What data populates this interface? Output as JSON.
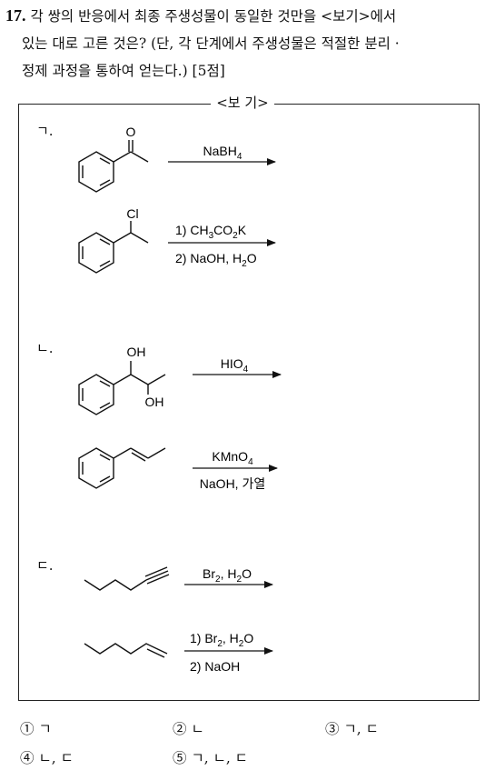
{
  "question": {
    "number": "17.",
    "line1": "각 쌍의 반응에서 최종 주생성물이 동일한 것만을 <보기>에서",
    "line2": "있는 대로 고른 것은? (단, 각 단계에서 주생성물은 적절한 분리 ·",
    "line3": "정제 과정을 통하여 얻는다.) [5점]"
  },
  "box": {
    "title": "<보 기>",
    "items": [
      {
        "marker": "ㄱ.",
        "reaction1": {
          "substituent": "O",
          "reagent": "NaBH",
          "reagent_sub": "4"
        },
        "reaction2": {
          "substituent": "Cl",
          "step1_a": "1) CH",
          "step1_b": "3",
          "step1_c": "CO",
          "step1_d": "2",
          "step1_e": "K",
          "step2_a": "2) NaOH, H",
          "step2_b": "2",
          "step2_c": "O"
        }
      },
      {
        "marker": "ㄴ.",
        "reaction1": {
          "oh_top": "OH",
          "oh_bottom": "OH",
          "reagent": "HIO",
          "reagent_sub": "4"
        },
        "reaction2": {
          "reagent_top": "KMnO",
          "reagent_top_sub": "4",
          "reagent_bottom": "NaOH, 가열"
        }
      },
      {
        "marker": "ㄷ.",
        "reaction1": {
          "reagent_a": "Br",
          "reagent_b": "2",
          "reagent_c": ", H",
          "reagent_d": "2",
          "reagent_e": "O"
        },
        "reaction2": {
          "step1_a": "1) Br",
          "step1_b": "2",
          "step1_c": ", H",
          "step1_d": "2",
          "step1_e": "O",
          "step2": "2) NaOH"
        }
      }
    ]
  },
  "choices": [
    {
      "num": "①",
      "text": "ㄱ"
    },
    {
      "num": "②",
      "text": "ㄴ"
    },
    {
      "num": "③",
      "text": "ㄱ, ㄷ"
    },
    {
      "num": "④",
      "text": "ㄴ, ㄷ"
    },
    {
      "num": "⑤",
      "text": "ㄱ, ㄴ, ㄷ"
    }
  ]
}
